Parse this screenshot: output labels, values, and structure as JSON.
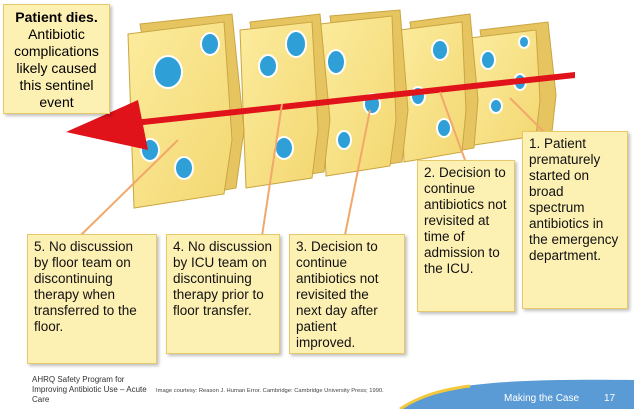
{
  "outcome": {
    "title": "Patient dies.",
    "description": "Antibiotic complications likely caused this sentinel event"
  },
  "steps": [
    {
      "text": "1. Patient prematurely started on broad spectrum antibiotics in the emergency department."
    },
    {
      "text": "2. Decision to continue antibiotics not revisited at time of admission to the ICU."
    },
    {
      "text": "3. Decision to continue antibiotics not revisited the next day after patient improved."
    },
    {
      "text": "4. No discussion by ICU team on discontinuing therapy prior to floor transfer."
    },
    {
      "text": "5. No discussion by floor team on discontinuing therapy when transferred to the floor."
    }
  ],
  "footer": {
    "program": "AHRQ Safety Program for Improving Antibiotic Use – Acute Care",
    "credit": "Image courtesy: Reason J. Human Error. Cambridge: Cambridge University Press; 1990.",
    "section": "Making the Case",
    "page": "17"
  },
  "colors": {
    "cheese": "#fbe48a",
    "cheese_edge": "#d7b64e",
    "hole": "#2f9fd8",
    "arrow": "#e0121a",
    "note_bg": "#fdf0b3",
    "footer_band": "#5b9bd5"
  }
}
